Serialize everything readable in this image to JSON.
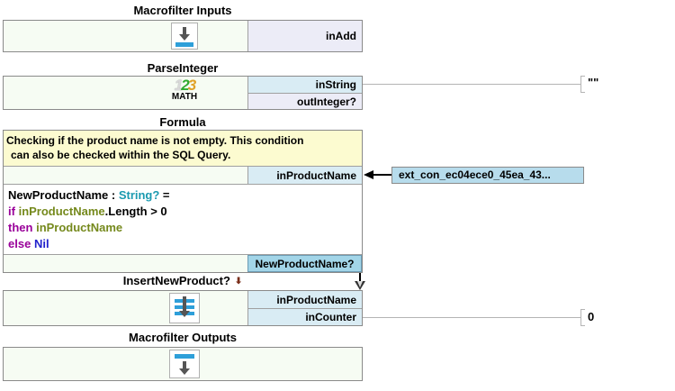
{
  "colors": {
    "body_bg": "#f6fcf3",
    "port_input_bg": "#d9ecf4",
    "port_output_bg": "#ececf7",
    "comment_bg": "#fcfbd0",
    "highlight_bg": "#a2d5e8",
    "const_box_bg": "#b7dcec",
    "block_border": "#8a8a8a",
    "line_gray": "#b4b4b4",
    "icon_blue": "#2e9fd9",
    "kw": "#990099",
    "var": "#75891c",
    "type": "#1b9ab0",
    "nil": "#2222cc",
    "title_arrow_red": "#7a2e1a"
  },
  "blocks": {
    "inputs": {
      "title": "Macrofilter Inputs",
      "port": "inAdd"
    },
    "parse_integer": {
      "title": "ParseInteger",
      "icon_digit1": "1",
      "icon_digit2": "2",
      "icon_digit3": "3",
      "icon_label": "MATH",
      "port_in": "inString",
      "port_out": "outInteger?"
    },
    "formula": {
      "title": "Formula",
      "comment_line1": "Checking if the product name is not empty. This condition",
      "comment_line2": "can also be checked within the SQL Query.",
      "port_in": "inProductName",
      "port_out": "NewProductName?",
      "code": [
        [
          {
            "t": "NewProductName : "
          },
          {
            "t": "String?",
            "c": "type"
          },
          {
            "t": " ="
          }
        ],
        [
          {
            "t": "if",
            "c": "kw"
          },
          {
            "t": " "
          },
          {
            "t": "inProductName",
            "c": "var"
          },
          {
            "t": ".Length > 0"
          }
        ],
        [
          {
            "t": "then",
            "c": "kw"
          },
          {
            "t": " "
          },
          {
            "t": "inProductName",
            "c": "var"
          }
        ],
        [
          {
            "t": "else",
            "c": "kw"
          },
          {
            "t": " "
          },
          {
            "t": "Nil",
            "c": "nil"
          }
        ]
      ]
    },
    "insert": {
      "title": "InsertNewProduct?",
      "title_arrow": "⬇",
      "port_in1": "inProductName",
      "port_in2": "inCounter"
    },
    "outputs": {
      "title": "Macrofilter Outputs"
    }
  },
  "connections": {
    "in_string_const": "\"\"",
    "in_counter_const": "0",
    "ext_connection_label": "ext_con_ec04ece0_45ea_43..."
  }
}
